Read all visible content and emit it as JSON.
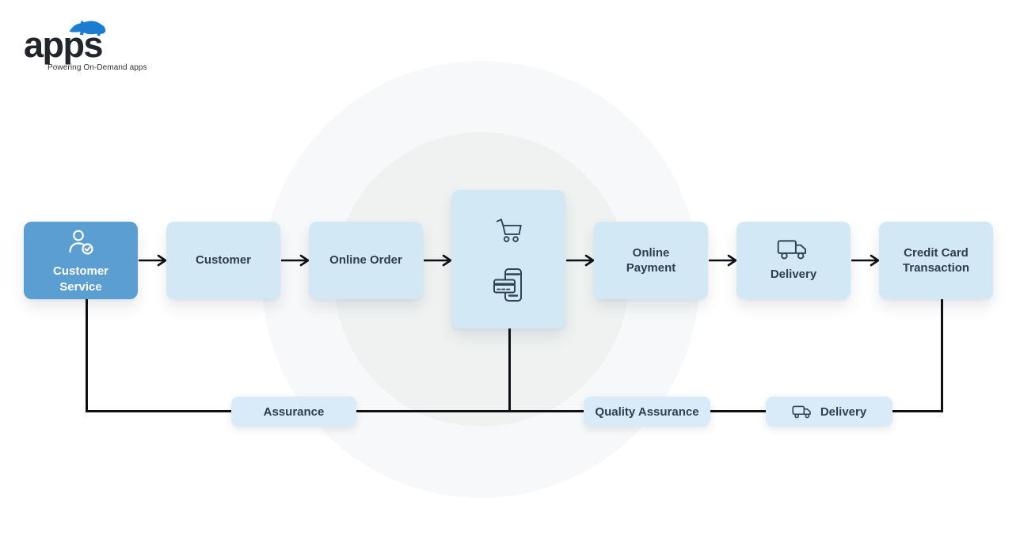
{
  "logo": {
    "brand": "apps",
    "tagline": "Powering On-Demand apps",
    "icon": "rhino-logo-icon"
  },
  "flow": {
    "nodes": [
      {
        "label": "Customer Service",
        "icon": "user-check-icon",
        "variant": "primary"
      },
      {
        "label": "Customer"
      },
      {
        "label": "Online Order"
      },
      {
        "label": "",
        "icons": [
          "shopping-cart-icon",
          "mobile-payment-icon"
        ]
      },
      {
        "label": "Online Payment"
      },
      {
        "label": "Delivery",
        "icon": "delivery-truck-icon"
      },
      {
        "label": "Credit Card Transaction"
      }
    ],
    "bottom_labels": [
      {
        "label": "Assurance"
      },
      {
        "label": "Quality Assurance"
      },
      {
        "label": "Delivery",
        "icon": "delivery-truck-icon"
      }
    ]
  },
  "colors": {
    "primary_box": "#5b9ed1",
    "light_box": "#d3e8f5",
    "label_box": "#d9ebf8",
    "connector": "#0d1014",
    "icon_stroke": "#2f4457",
    "text_dark": "#2d3e50",
    "brand_blue": "#1b7cd2",
    "circle_outer": "#f6f8f9",
    "circle_inner": "#eff2f1"
  }
}
